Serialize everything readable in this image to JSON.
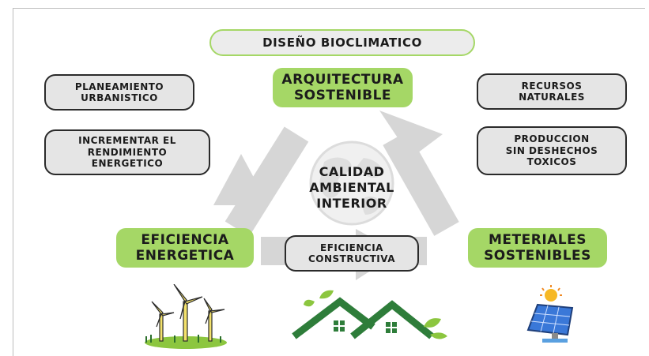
{
  "title": "DISEÑO BIOCLIMATICO",
  "center": "CALIDAD\nAMBIENTAL\nINTERIOR",
  "nodes": {
    "arquitectura": "ARQUITECTURA\nSOSTENIBLE",
    "eficiencia_energetica": "EFICIENCIA\nENERGETICA",
    "materiales": "METERIALES\nSOSTENIBLES"
  },
  "boxes": {
    "planeamiento": "PLANEAMIENTO\nURBANISTICO",
    "incrementar": "INCREMENTAR EL\nRENDIMIENTO\nENERGETICO",
    "recursos": "RECURSOS\nNATURALES",
    "produccion": "PRODUCCION\nSIN DESHECHOS\nTOXICOS",
    "eficiencia_constructiva": "EFICIENCIA\nCONSTRUCTIVA"
  },
  "icons": [
    "wind-turbines-icon",
    "green-houses-icon",
    "solar-panel-icon"
  ],
  "colors": {
    "accent_green": "#a5d766",
    "box_gray": "#e5e5e5",
    "arrow_gray": "#d6d6d6",
    "house_green": "#2e7d3a"
  }
}
